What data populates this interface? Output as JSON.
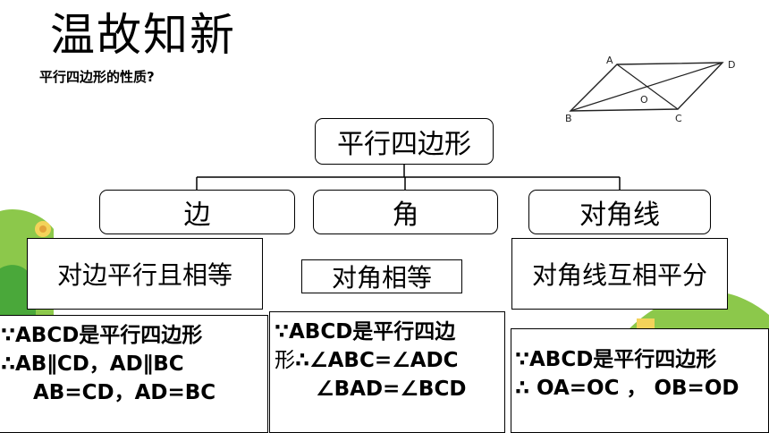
{
  "header": {
    "title": "温故知新",
    "subtitle": "平行四边形的性质?"
  },
  "figure": {
    "vertex_labels": [
      "A",
      "D",
      "O",
      "B",
      "C"
    ]
  },
  "tree": {
    "root": "平行四边形",
    "categories": [
      "边",
      "角",
      "对角线"
    ],
    "properties": [
      "对边平行且相等",
      "对角相等",
      "对角线互相平分"
    ],
    "proofs": {
      "side": [
        "∵ABCD是平行四边形",
        "∴AB∥CD，AD∥BC",
        "AB=CD，AD=BC"
      ],
      "angle": {
        "line1": "∵ABCD是平行四边",
        "line2_plain": "形",
        "line2_bold": "∴∠ABC=∠ADC",
        "line3": "∠BAD=∠BCD"
      },
      "diagonal": [
        "∵ABCD是平行四边形",
        "∴ OA=OC ， OB=OD"
      ]
    }
  },
  "colors": {
    "grass_green": "#8cc84b",
    "leaf_green": "#4aa83a",
    "flower_yellow": "#f3d35a"
  }
}
